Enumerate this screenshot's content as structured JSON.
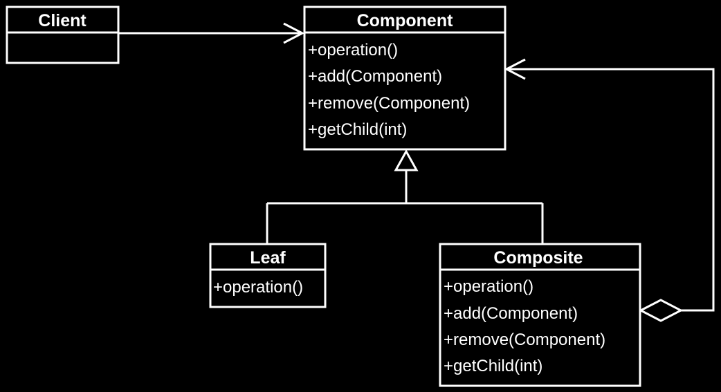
{
  "theme": {
    "background": "#000000",
    "foreground": "#ffffff"
  },
  "classes": {
    "client": {
      "name": "Client",
      "operations": []
    },
    "component": {
      "name": "Component",
      "operations": [
        "+operation()",
        "+add(Component)",
        "+remove(Component)",
        "+getChild(int)"
      ]
    },
    "leaf": {
      "name": "Leaf",
      "operations": [
        "+operation()"
      ]
    },
    "composite": {
      "name": "Composite",
      "operations": [
        "+operation()",
        "+add(Component)",
        "+remove(Component)",
        "+getChild(int)"
      ]
    }
  },
  "relations": [
    {
      "kind": "association",
      "from": "Client",
      "to": "Component",
      "head": "open-arrow"
    },
    {
      "kind": "generalization",
      "from": "Leaf",
      "to": "Component",
      "head": "hollow-triangle"
    },
    {
      "kind": "generalization",
      "from": "Composite",
      "to": "Component",
      "head": "hollow-triangle"
    },
    {
      "kind": "aggregation",
      "from": "Composite",
      "to": "Component",
      "tail": "hollow-diamond",
      "head": "open-arrow"
    }
  ]
}
